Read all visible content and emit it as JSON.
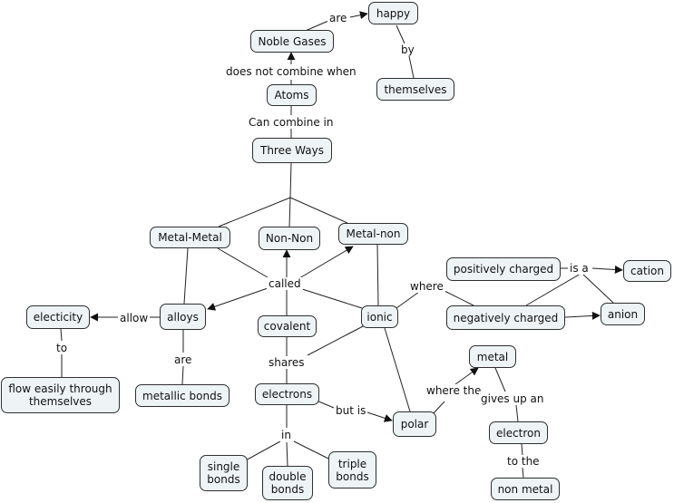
{
  "concept_map": {
    "concepts": {
      "noble_gases": "Noble Gases",
      "happy": "happy",
      "themselves": "themselves",
      "atoms": "Atoms",
      "three_ways": "Three Ways",
      "metal_metal": "Metal-Metal",
      "non_non": "Non-Non",
      "metal_non": "Metal-non",
      "positively_charged": "positively charged",
      "cation": "cation",
      "negatively_charged": "negatively charged",
      "anion": "anion",
      "electicity": "electicity",
      "alloys": "alloys",
      "covalent": "covalent",
      "ionic": "ionic",
      "flow_easily": "flow easily through\nthemselves",
      "metallic_bonds": "metallic bonds",
      "electrons": "electrons",
      "metal": "metal",
      "polar": "polar",
      "electron": "electron",
      "single_bonds": "single\nbonds",
      "double_bonds": "double\nbonds",
      "triple_bonds": "triple\nbonds",
      "non_metal": "non metal"
    },
    "linking_phrases": {
      "are_1": "are",
      "by": "by",
      "does_not_combine_when": "does not combine when",
      "can_combine_in": "Can combine in",
      "called": "called",
      "where_1": "where",
      "is_a": "is a",
      "allow": "allow",
      "to_1": "to",
      "are_2": "are",
      "shares": "shares",
      "where_the": "where the",
      "gives_up_an": "gives up an",
      "but_is": "but is",
      "in": "in",
      "to_the": "to the"
    }
  }
}
